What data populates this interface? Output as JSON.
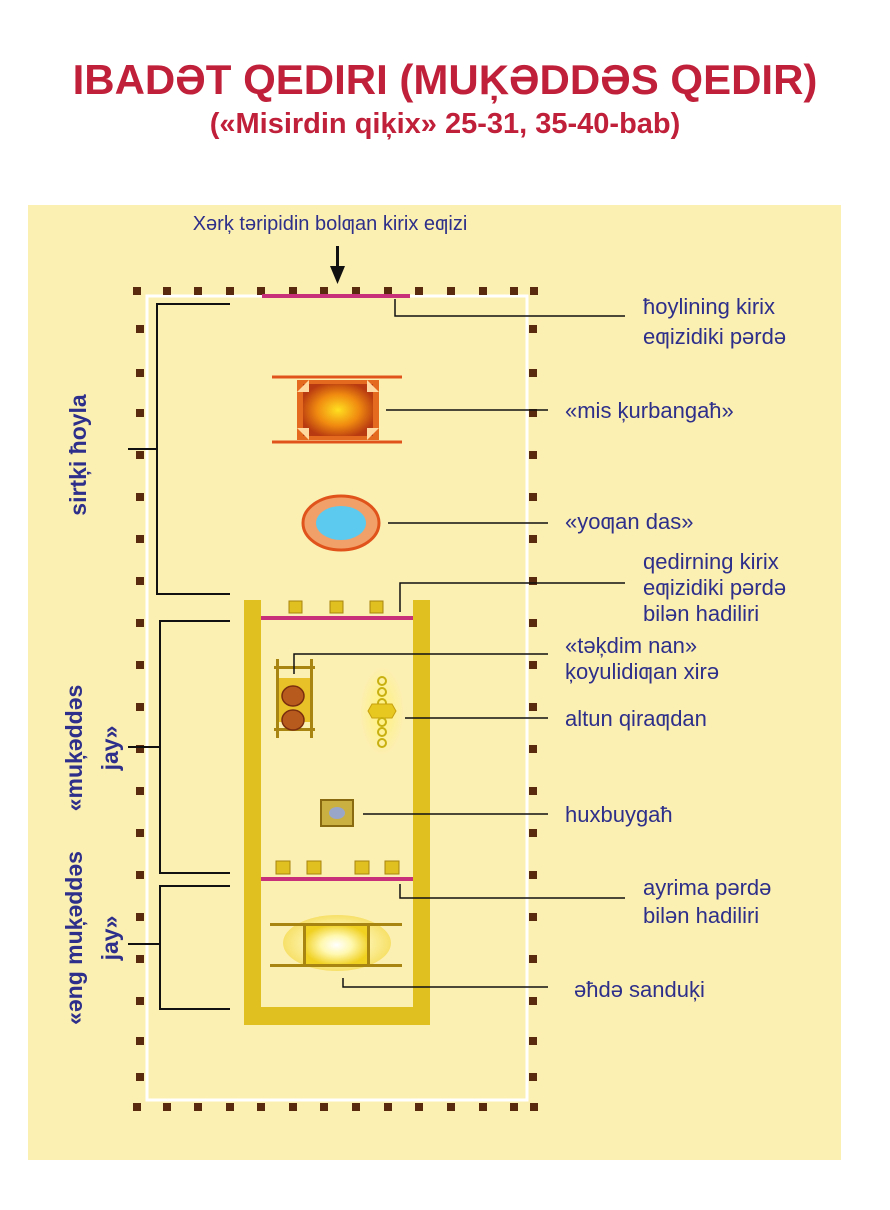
{
  "header": {
    "title": "IBADƏT QEDIRI (MUĶƏDDƏS QEDIR)",
    "subtitle": "(«Misirdin qiķix» 25-31, 35-40-bab)"
  },
  "colors": {
    "title": "#c0203a",
    "label": "#2d2f8a",
    "background_panel": "#fcefb2",
    "post": "#5a2a0e",
    "tent": "#e0bf20",
    "curtain": "#c8307a",
    "altar": "#e0541c",
    "laver_water": "#5cc9ee"
  },
  "icons": {
    "entrance_arrow": "arrow-down-icon",
    "altar": "bronze-altar-icon",
    "laver": "laver-icon",
    "table": "showbread-table-icon",
    "lampstand": "lampstand-icon",
    "incense_altar": "incense-altar-icon",
    "ark": "ark-icon"
  },
  "diagram": {
    "entrance_label": "Xərķ təripidin bolƣan kirix eƣizi",
    "sections": {
      "outer_court": "sirtķi ħoyla",
      "holy_place_line1": "«muķəddəs",
      "holy_place_line2": "jay»",
      "most_holy_line1": "«əng muķəddəs",
      "most_holy_line2": "jay»"
    },
    "labels": {
      "court_curtain_1": "ħoylining kirix",
      "court_curtain_2": "eƣizidiki pərdə",
      "altar": "«mis ķurbangaħ»",
      "laver": "«yoƣan das»",
      "tent_curtain_1": "qedirning kirix",
      "tent_curtain_2": "eƣizidiki pərdə",
      "tent_curtain_3": "bilən hadiliri",
      "table_1": "«təķdim nan»",
      "table_2": "ķoyulidiƣan xirə",
      "lampstand": "altun qiraƣdan",
      "incense_altar": "huxbuygaħ",
      "veil_1": "ayrima pərdə",
      "veil_2": "bilən hadiliri",
      "ark": "əħdə sanduķi"
    }
  }
}
